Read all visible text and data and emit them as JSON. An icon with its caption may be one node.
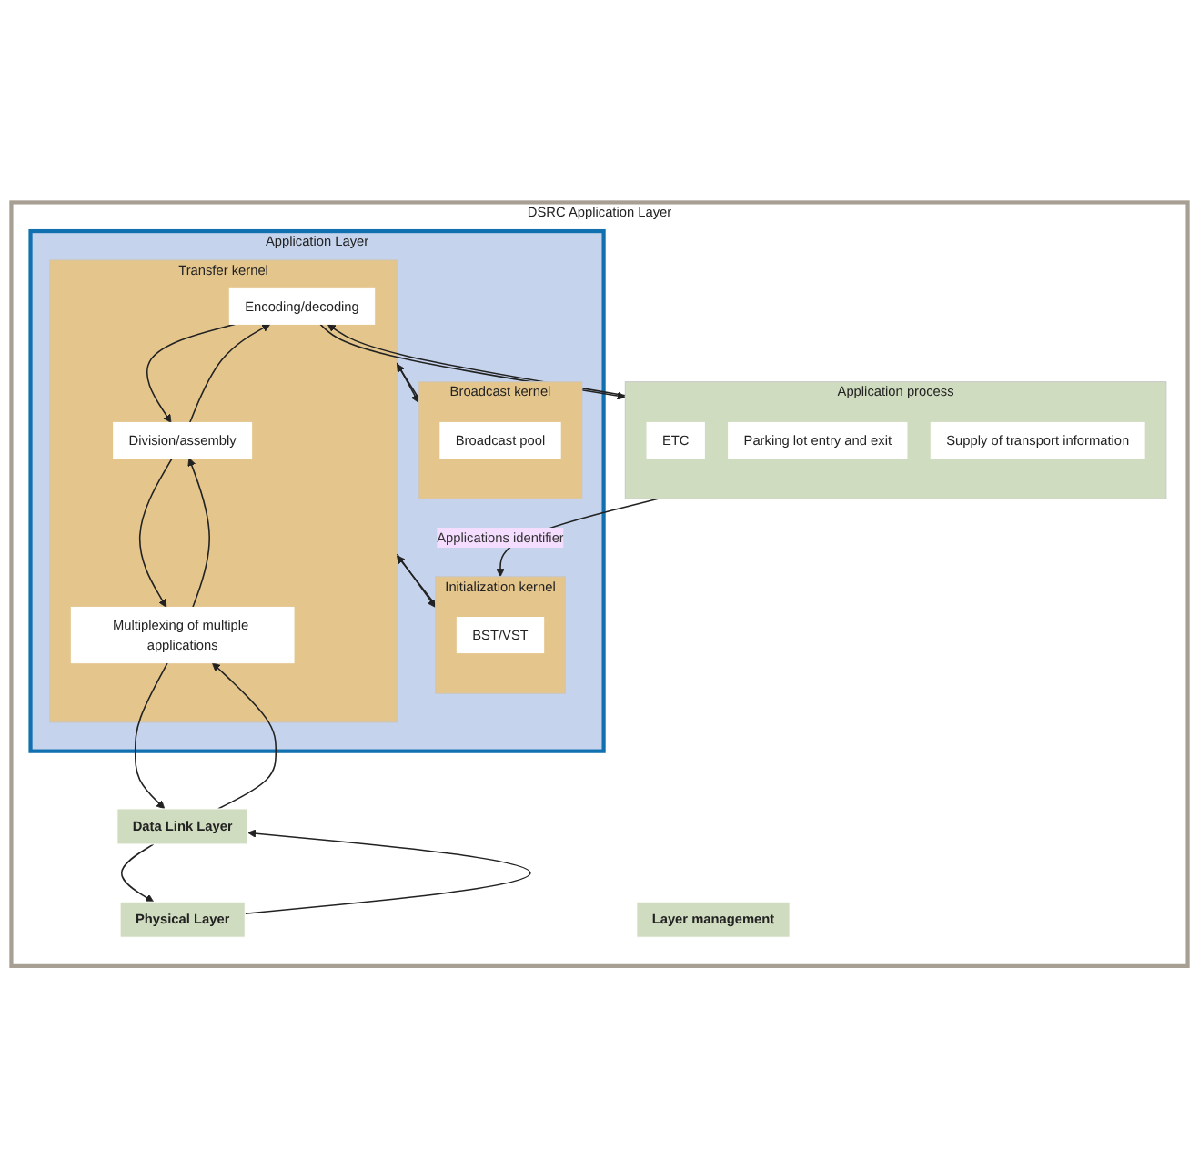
{
  "diagram": {
    "nodes": [
      {
        "text": [
          "DSRC Application Layer"
        ]
      },
      {
        "text": [
          "Application process"
        ],
        "in": 0
      },
      {
        "text": [
          "ETC"
        ],
        "in": 1
      },
      {
        "text": [
          "Parking lot entry and exit"
        ],
        "in": 1
      },
      {
        "text": [
          "Supply of transport information"
        ],
        "in": 1
      },
      {
        "text": [
          "Layer management"
        ],
        "in": 0
      },
      {
        "text": [
          "Application Layer"
        ],
        "in": 0
      },
      {
        "text": [
          "Initialization kernel"
        ],
        "in": 6
      },
      {
        "text": [
          "BST/VST"
        ],
        "in": 7
      },
      {
        "text": [
          "Broadcast kernel"
        ],
        "in": 6
      },
      {
        "text": [
          "Broadcast pool"
        ],
        "in": 9
      },
      {
        "text": [
          "Transfer kernel"
        ],
        "in": 6
      },
      {
        "text": [
          "Encoding/decoding"
        ],
        "in": 11
      },
      {
        "text": [
          "Division/assembly"
        ],
        "in": 11
      },
      {
        "text": [
          "Multiplexing of multiple applications"
        ],
        "in": 11
      },
      {
        "text": [
          "Data Link Layer"
        ],
        "in": 0
      },
      {
        "text": [
          "Physical Layer"
        ],
        "in": 0
      }
    ],
    "edges": [
      {
        "from": 1,
        "to": 7,
        "arrow": "to",
        "label": "Applications identifier"
      },
      {
        "from": 1,
        "to": 12,
        "arrow": "to"
      },
      {
        "from": 7,
        "to": 11,
        "arrow": "to"
      },
      {
        "from": 9,
        "to": 11,
        "arrow": "to"
      },
      {
        "from": 11,
        "to": 7,
        "arrow": "to"
      },
      {
        "from": 11,
        "to": 9,
        "arrow": "to"
      },
      {
        "from": 12,
        "to": 1,
        "arrow": "to"
      },
      {
        "from": 12,
        "to": 13,
        "arrow": "to"
      },
      {
        "from": 13,
        "to": 12,
        "arrow": "to"
      },
      {
        "from": 13,
        "to": 14,
        "arrow": "to"
      },
      {
        "from": 14,
        "to": 13,
        "arrow": "to"
      },
      {
        "from": 14,
        "to": 15,
        "arrow": "to"
      },
      {
        "from": 15,
        "to": 14,
        "arrow": "to"
      },
      {
        "from": 15,
        "to": 16,
        "arrow": "to"
      },
      {
        "from": 16,
        "to": 15,
        "arrow": "to"
      }
    ]
  }
}
